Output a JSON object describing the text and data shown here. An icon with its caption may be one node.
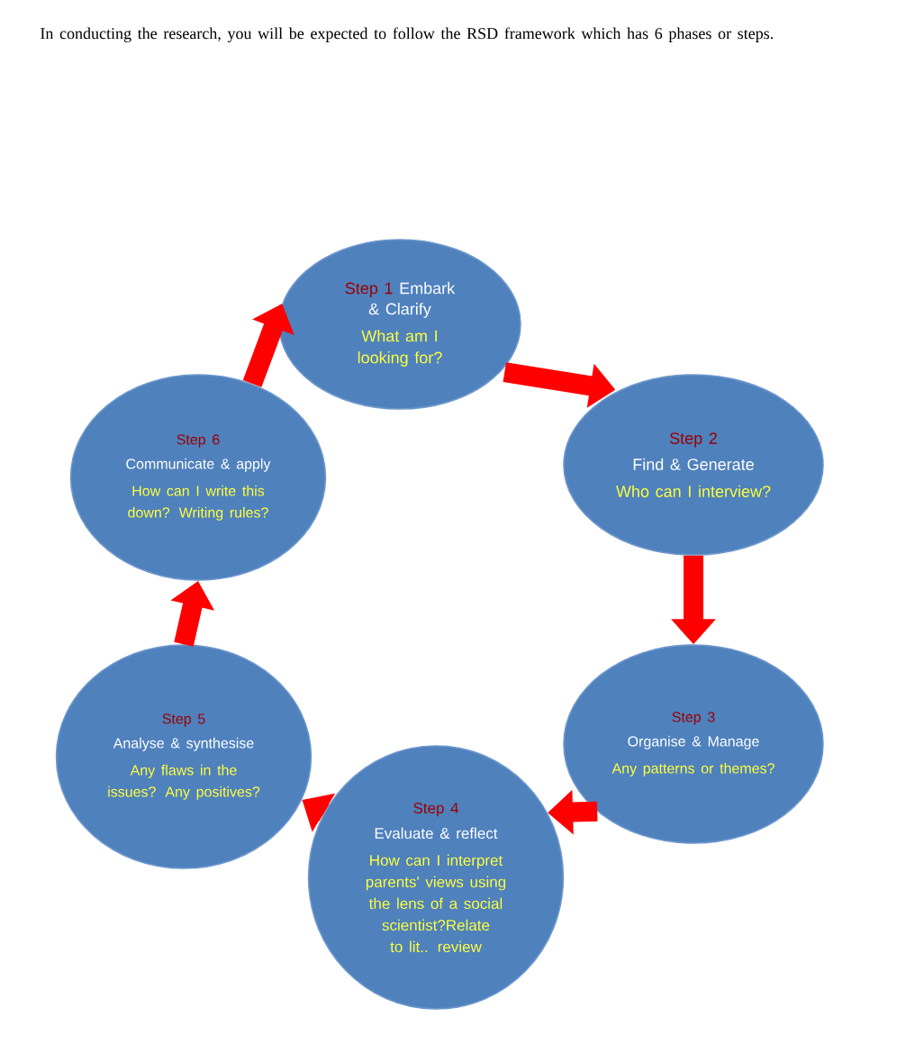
{
  "diagram": {
    "title": "In conducting the research, you will be expected to follow the RSD framework which has 6 phases or steps.",
    "nodes": [
      {
        "text": [
          "Step 1",
          "Embark & Clarify",
          "What am I looking for?"
        ]
      },
      {
        "text": [
          "Step 2",
          "Find & Generate",
          "Who can I interview?"
        ]
      },
      {
        "text": [
          "Step 3",
          "Organise & Manage",
          "Any patterns or themes?"
        ]
      },
      {
        "text": [
          "Step 4",
          "Evaluate & reflect",
          "How can I interpret parents' views using the lens of a social scientist?Relate to lit.. review"
        ]
      },
      {
        "text": [
          "Step 5",
          "Analyse & synthesise",
          "Any flaws in the issues? Any positives?"
        ]
      },
      {
        "text": [
          "Step 6",
          "Communicate & apply",
          "How can I write this down? Writing rules?"
        ]
      }
    ],
    "edges": [
      {
        "from": 0,
        "to": 1,
        "arrow": "to"
      },
      {
        "from": 1,
        "to": 2,
        "arrow": "to"
      },
      {
        "from": 2,
        "to": 3,
        "arrow": "to"
      },
      {
        "from": 3,
        "to": 4,
        "arrow": "to"
      },
      {
        "from": 4,
        "to": 5,
        "arrow": "to"
      },
      {
        "from": 5,
        "to": 0,
        "arrow": "to"
      }
    ]
  }
}
